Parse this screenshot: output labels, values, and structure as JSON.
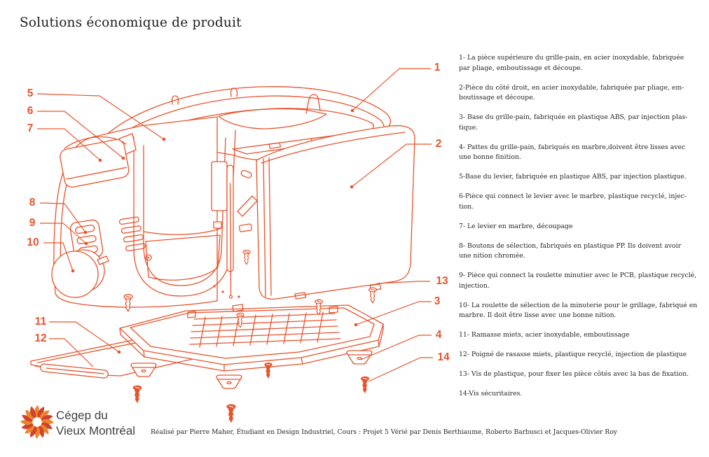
{
  "title": "Solutions économique de produit",
  "colors": {
    "line_art": "#E6532C",
    "logo_orange": "#E8872B",
    "logo_red": "#D2402E",
    "text": "#262626"
  },
  "callouts": [
    "1",
    "2",
    "3",
    "4",
    "5",
    "6",
    "7",
    "8",
    "9",
    "10",
    "11",
    "12",
    "13",
    "14"
  ],
  "parts": [
    "1- La pièce supérieure du grille-pain, en acier inoxydable, fabriquée\npar pliage, emboutissage et découpe.",
    "2-Pièce du côté droit, en acier inoxydable, fabriquée par pliage, em-\nboutissage et découpe.",
    "3- Base du grille-pain, fabriquée en plastique ABS, par injection plas-\ntique.",
    "4- Pattes du grille-pain, fabriqués en marbre,doivent être lisses avec\nune bonne finition.",
    "5-Base du levier, fabriquée en plastique ABS, par injection plastique.",
    "6-Pièce qui connect le levier avec le marbre, plastique recyclé, injec-\ntion.",
    "7- Le levier en marbre, découpage",
    "8- Boutons de sélection, fabriqués en plastique PP. Ils doivent avoir\nune nition chromée.",
    "9- Pièce qui connect la roulette minutier avec le PCB, plastique recyclé,\ninjection.",
    "10- La roulette de sélection de la minuterie pour le grillage, fabriqué en\nmarbre. Il doit être lisse avec une bonne nition.",
    "11- Ramasse miets, acier inoxydable, emboutissage",
    "12- Poigné de rasasse miets, plastique recyclé, injection de plastique",
    "13- Vis de plastique, pour fixer les pièce côtés avec la bas de fixation.",
    "14-Vis sécuritaires."
  ],
  "footer": {
    "institution_line1": "Cégep du",
    "institution_line2": "Vieux Montréal",
    "credit": "Réalisé par Pierre Maher, Étudiant en Design Industriel, Cours : Projet 5 Vérié par Denis Berthiaume, Roberto Barbusci et Jacques-Olivier Roy"
  }
}
